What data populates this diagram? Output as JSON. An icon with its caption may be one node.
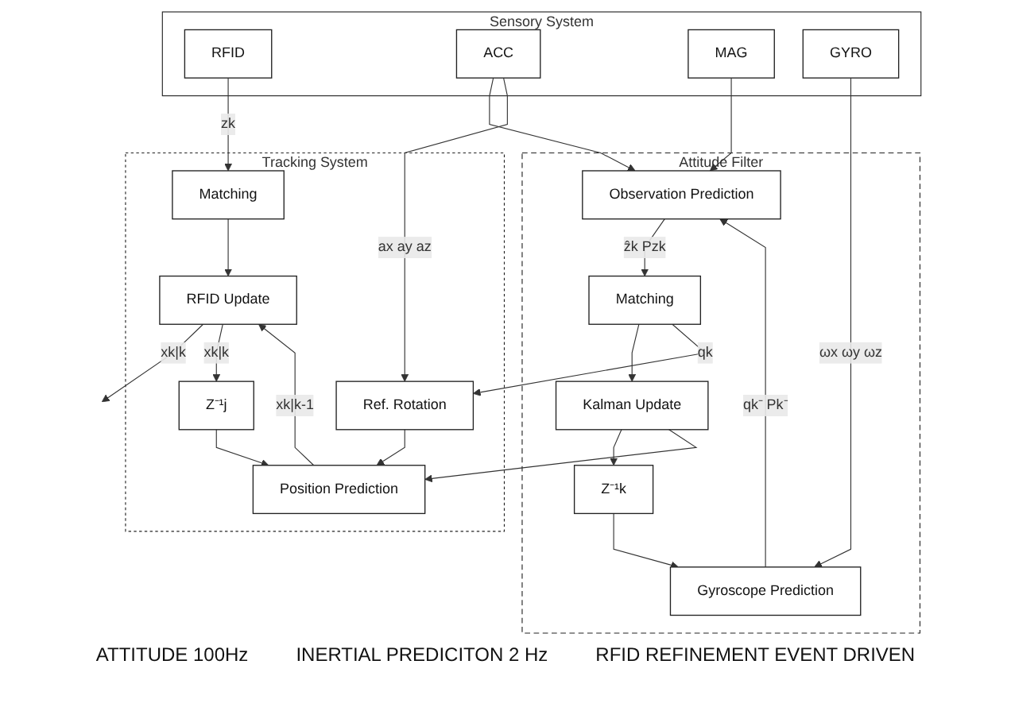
{
  "diagram": {
    "nodes": [
      {
        "text": [
          "Sensory System"
        ]
      },
      {
        "text": [
          "GYRO"
        ],
        "in": 0
      },
      {
        "text": [
          "MAG"
        ],
        "in": 0
      },
      {
        "text": [
          "ACC"
        ],
        "in": 0
      },
      {
        "text": [
          "RFID"
        ],
        "in": 0
      },
      {
        "text": [
          "Attitude Filter"
        ]
      },
      {
        "text": [
          "Gyroscope Prediction"
        ],
        "in": 5
      },
      {
        "text": [
          "Observation Prediction"
        ],
        "in": 5
      },
      {
        "text": [
          "Matching"
        ],
        "in": 5
      },
      {
        "text": [
          "Kalman Update"
        ],
        "in": 5
      },
      {
        "text": [
          "Z⁻¹k"
        ],
        "in": 5
      },
      {
        "text": [
          "Tracking System"
        ]
      },
      {
        "text": [
          "Ref. Rotation"
        ],
        "in": 11
      },
      {
        "text": [
          "Position Prediction"
        ],
        "in": 11
      },
      {
        "text": [
          "Matching"
        ],
        "in": 11
      },
      {
        "text": [
          "RFID Update"
        ],
        "in": 11
      },
      {
        "text": [
          "Z⁻¹j"
        ],
        "in": 11
      }
    ],
    "edges": [
      {
        "from": 1,
        "to": 6,
        "arrow": "to",
        "label": "ωx ωy ωz"
      },
      {
        "from": 2,
        "to": 7,
        "arrow": "to"
      },
      {
        "from": 3,
        "to": 7,
        "arrow": "to"
      },
      {
        "from": 3,
        "to": 12,
        "arrow": "to",
        "label": "ax ay az"
      },
      {
        "from": 4,
        "to": 14,
        "arrow": "to",
        "label": "zk"
      },
      {
        "from": 6,
        "to": 7,
        "arrow": "to",
        "label": "qk⁻ Pk⁻"
      },
      {
        "from": 7,
        "to": 8,
        "arrow": "to",
        "label": "ẑk Pzk"
      },
      {
        "from": 8,
        "to": 9,
        "arrow": "to"
      },
      {
        "from": 9,
        "to": 10,
        "arrow": "to"
      },
      {
        "from": 10,
        "to": 6,
        "arrow": "to"
      },
      {
        "from": 9,
        "to": 13,
        "arrow": "to"
      },
      {
        "from": 8,
        "to": 12,
        "arrow": "to",
        "label": "qk"
      },
      {
        "from": 12,
        "to": 13,
        "arrow": "to"
      },
      {
        "from": 14,
        "to": 15,
        "arrow": "to"
      },
      {
        "from": 13,
        "to": 15,
        "arrow": "to",
        "label": "xk|k-1"
      },
      {
        "from": 15,
        "to": null,
        "arrow": "to",
        "label": "xk|k"
      },
      {
        "from": 15,
        "to": 16,
        "arrow": "to",
        "label": "xk|k"
      },
      {
        "from": 16,
        "to": 13,
        "arrow": "to"
      }
    ],
    "labels": [
      "ATTITUDE 100Hz",
      "INERTIAL PREDICITON 2 Hz",
      "RFID REFINEMENT EVENT DRIVEN"
    ]
  }
}
